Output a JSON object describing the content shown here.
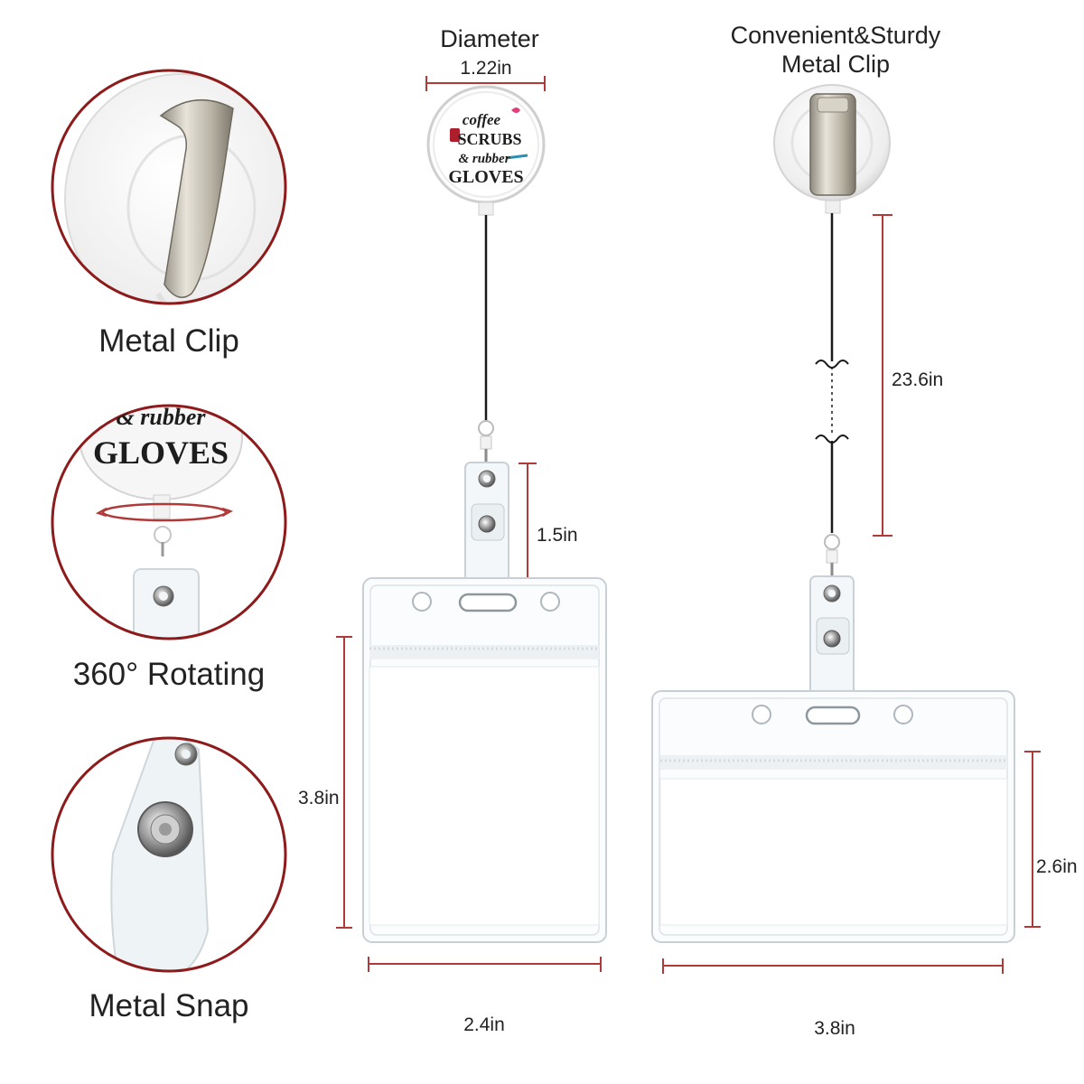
{
  "features": [
    {
      "label": "Metal Clip"
    },
    {
      "label": "360° Rotating"
    },
    {
      "label": "Metal Snap"
    }
  ],
  "left_product": {
    "header": "Diameter",
    "diameter": "1.22in",
    "badge_text": [
      "coffee",
      "SCRUBS",
      "& rubber",
      "GLOVES"
    ],
    "strap_length": "1.5in",
    "holder_height": "3.8in",
    "holder_width": "2.4in"
  },
  "right_product": {
    "header_line1": "Convenient&Sturdy",
    "header_line2": "Metal Clip",
    "cord_length": "23.6in",
    "holder_height": "2.6in",
    "holder_width": "3.8in"
  },
  "inset_text": {
    "rotating_line1": "& rubber",
    "rotating_line2": "GLOVES"
  },
  "colors": {
    "accent": "#8e1b1b",
    "dimension": "#b03a3a"
  }
}
